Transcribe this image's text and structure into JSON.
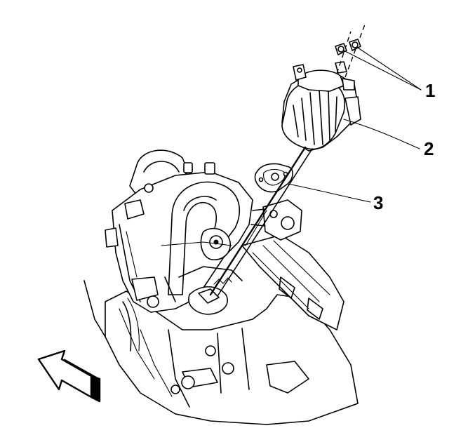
{
  "callouts": [
    {
      "number": "1"
    },
    {
      "number": "2"
    },
    {
      "number": "3"
    }
  ],
  "icons": {
    "direction_arrow": "arrow-icon"
  },
  "colors": {
    "line": "#000000",
    "background": "#ffffff"
  }
}
